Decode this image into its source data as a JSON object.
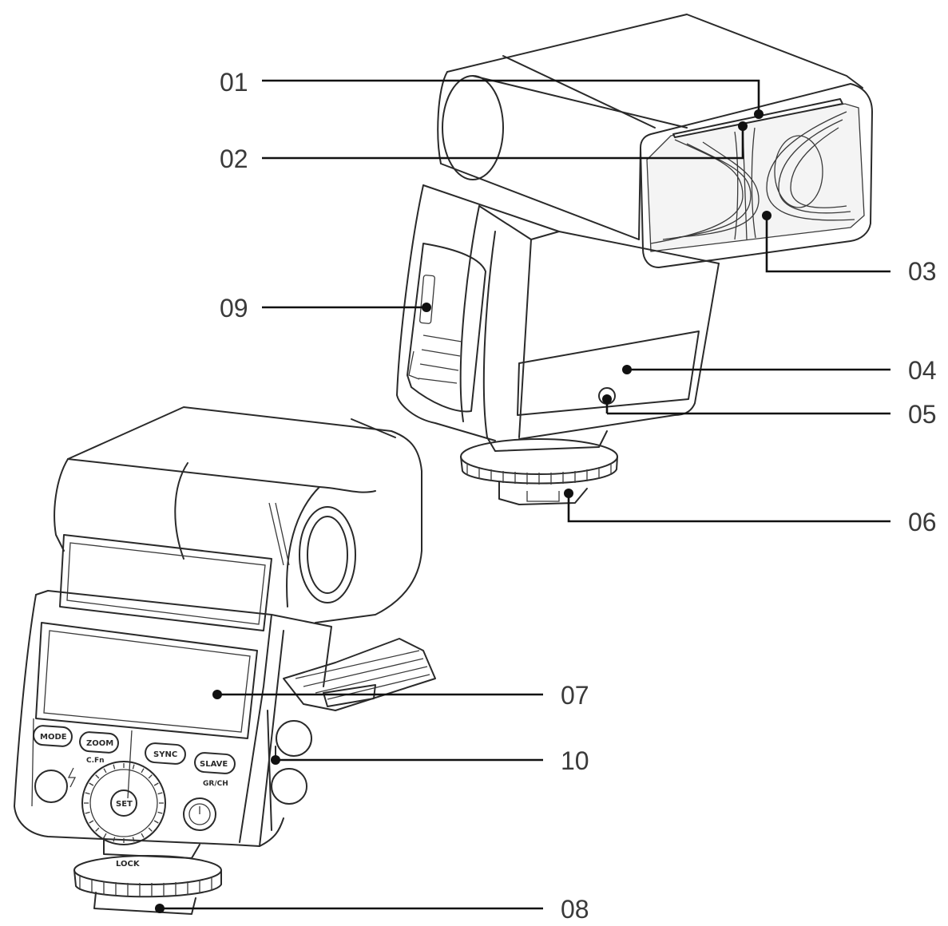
{
  "callouts": [
    {
      "num": "01"
    },
    {
      "num": "02"
    },
    {
      "num": "03"
    },
    {
      "num": "04"
    },
    {
      "num": "05"
    },
    {
      "num": "06"
    },
    {
      "num": "07"
    },
    {
      "num": "08"
    },
    {
      "num": "09"
    },
    {
      "num": "10"
    }
  ],
  "rear_panel": {
    "buttons": [
      "MODE",
      "ZOOM",
      "SYNC",
      "SLAVE"
    ],
    "sublabels": [
      "C.Fn",
      "GR/CH"
    ],
    "dial_center": "SET",
    "lock_label": "LOCK"
  }
}
